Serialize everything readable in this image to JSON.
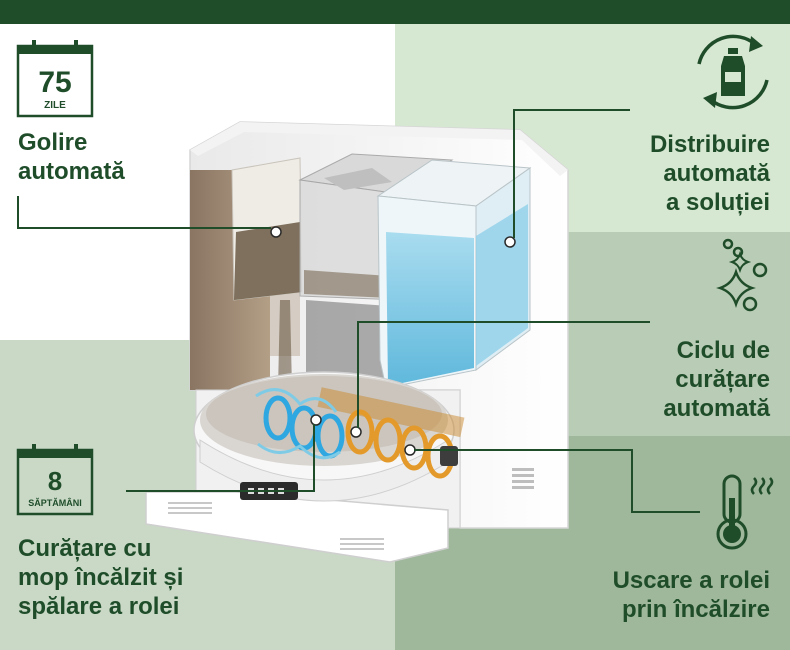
{
  "features": {
    "auto_empty": {
      "calendar_number": "75",
      "calendar_unit": "ZILE",
      "label_line1": "Golire",
      "label_line2": "automată"
    },
    "auto_dispense": {
      "label_line1": "Distribuire",
      "label_line2": "automată",
      "label_line3": "a soluției"
    },
    "auto_clean_cycle": {
      "label_line1": "Ciclu de",
      "label_line2": "curățare",
      "label_line3": "automată"
    },
    "mop_wash": {
      "calendar_number": "8",
      "calendar_unit": "SĂPTĂMÂNI",
      "label_line1": "Curățare cu",
      "label_line2": "mop încălzit și",
      "label_line3": "spălare a rolei"
    },
    "roller_drying": {
      "label_line1": "Uscare a rolei",
      "label_line2": "prin încălzire"
    }
  },
  "icons": {
    "calendar_top": "calendar-icon",
    "recycle_bottle": "recycle-bottle-icon",
    "sparkles": "sparkles-icon",
    "calendar_bottom": "calendar-icon",
    "thermometer": "thermometer-heat-icon"
  },
  "colors": {
    "brand_dark_green": "#1f4d2a",
    "panel_white": "#ffffff",
    "panel_light_green": "#d7e8d2",
    "panel_mid_green": "#b9ccb5",
    "panel_pale_green": "#c9d9c6",
    "panel_deep_green": "#9fb89c",
    "water_blue": "#7fcbe6"
  }
}
